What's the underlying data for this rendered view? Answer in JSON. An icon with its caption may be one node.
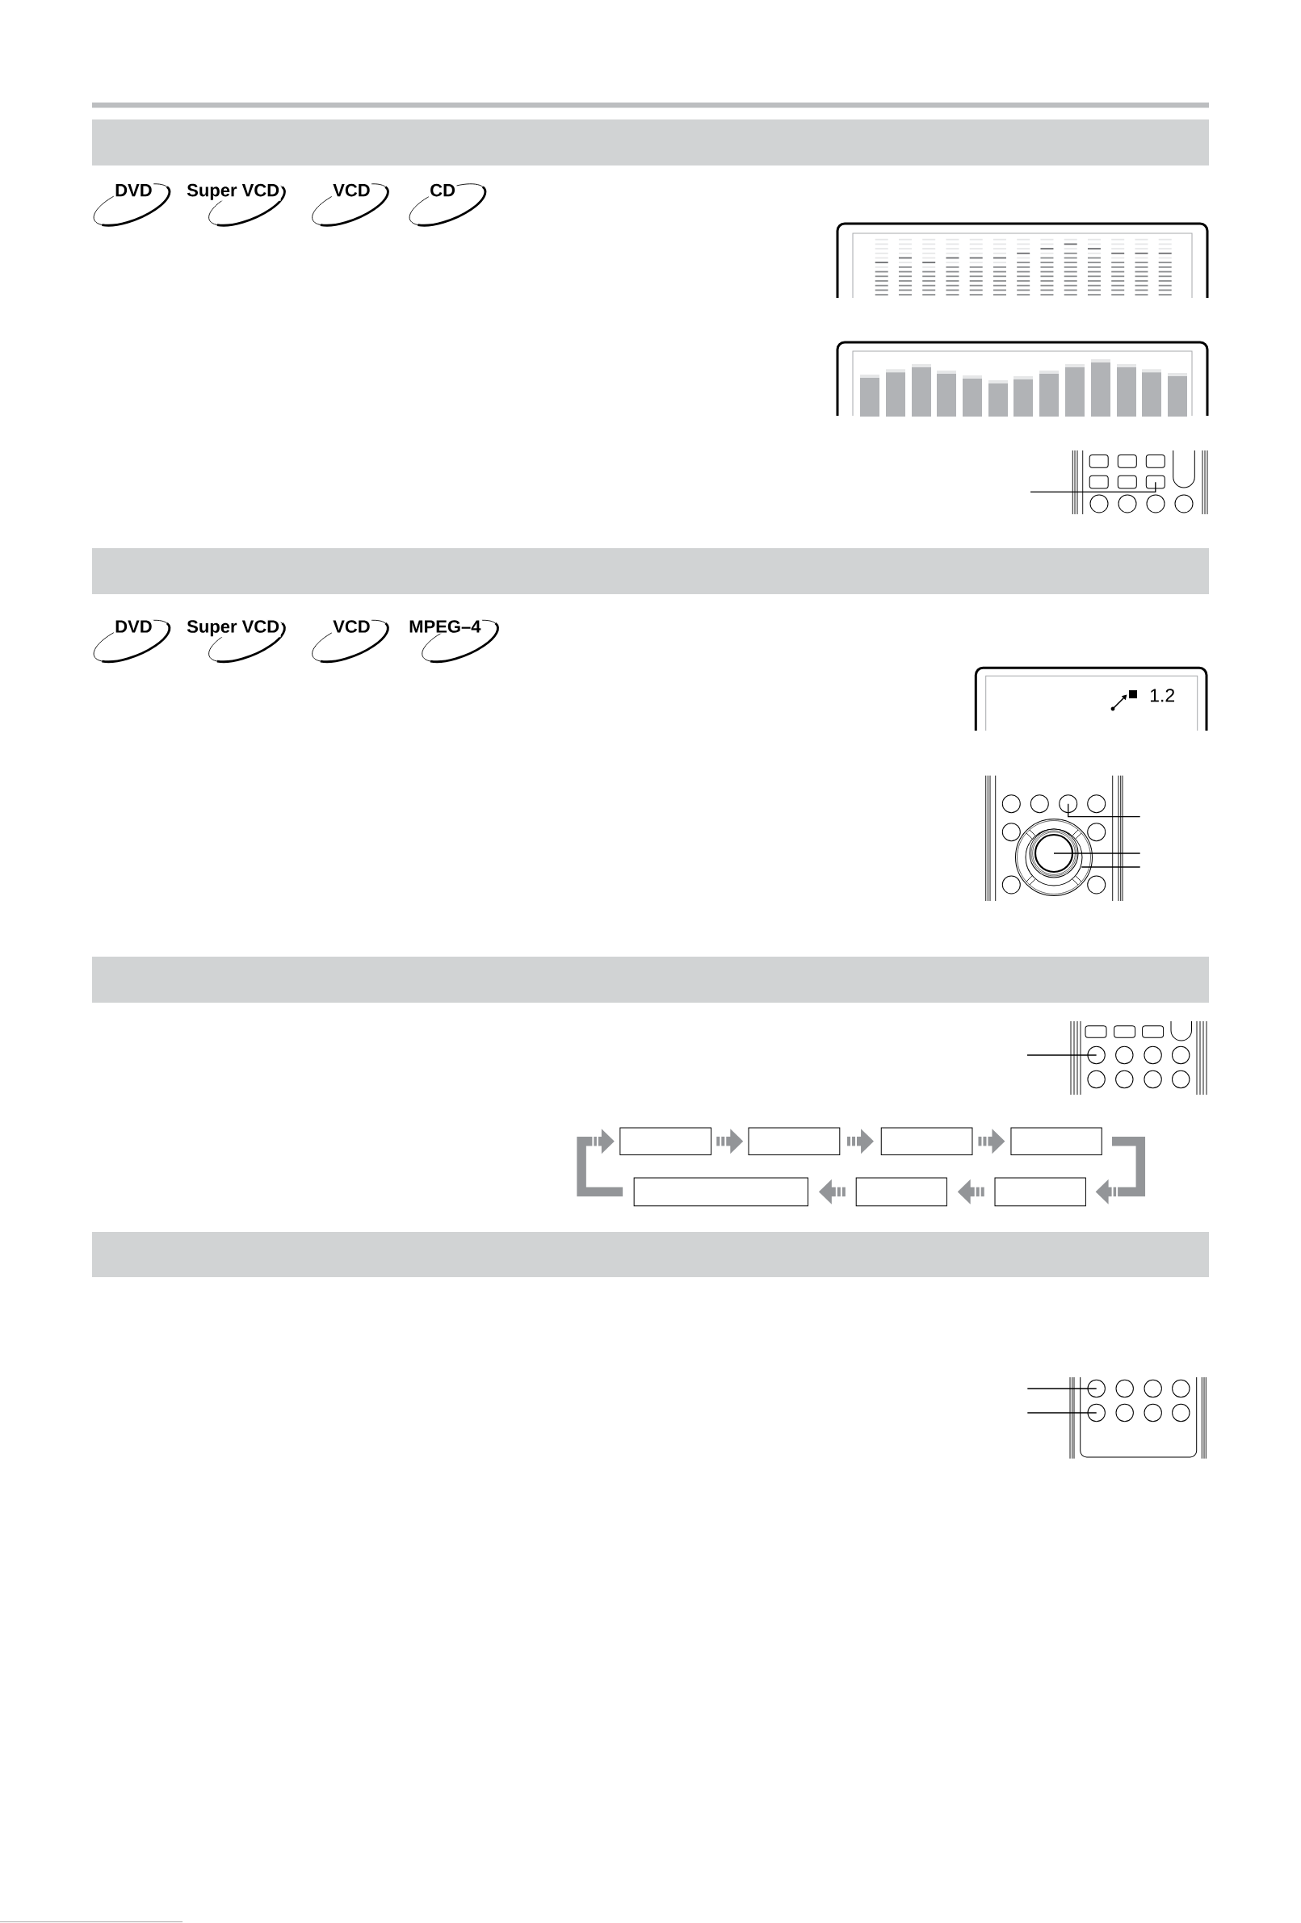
{
  "diagram": {
    "nodes": [
      {
        "text": [],
        "shape": "bar"
      },
      {
        "text": [],
        "shape": "box"
      },
      {
        "text": [],
        "shape": "bar"
      },
      {
        "text": [],
        "shape": "circle"
      },
      {
        "text": [],
        "shape": "circle"
      },
      {
        "text": [],
        "shape": "circle",
        "in": 4
      },
      {
        "text": [],
        "shape": "bar"
      },
      {
        "text": [],
        "shape": "circle"
      },
      {
        "text": [],
        "shape": "box"
      },
      {
        "text": [],
        "shape": "box"
      },
      {
        "text": [],
        "shape": "box"
      },
      {
        "text": [],
        "shape": "box"
      },
      {
        "text": [],
        "shape": "box"
      },
      {
        "text": [],
        "shape": "box"
      },
      {
        "text": [],
        "shape": "box"
      },
      {
        "text": [],
        "shape": "bar"
      },
      {
        "text": [],
        "shape": "circle"
      },
      {
        "text": [],
        "shape": "circle"
      }
    ],
    "edges": [
      {
        "from": null,
        "to": 1,
        "arrow": "none"
      },
      {
        "from": null,
        "to": 3,
        "arrow": "none"
      },
      {
        "from": null,
        "to": 5,
        "arrow": "none"
      },
      {
        "from": null,
        "to": 4,
        "arrow": "none"
      },
      {
        "from": null,
        "to": 7,
        "arrow": "none"
      },
      {
        "from": 8,
        "to": 9,
        "arrow": "to",
        "style": "thick",
        "color": "#939598"
      },
      {
        "from": 9,
        "to": 10,
        "arrow": "to",
        "style": "thick",
        "color": "#939598"
      },
      {
        "from": 10,
        "to": 11,
        "arrow": "to",
        "style": "thick",
        "color": "#939598"
      },
      {
        "from": 11,
        "to": 14,
        "arrow": "to",
        "style": "thick",
        "color": "#939598"
      },
      {
        "from": 14,
        "to": 13,
        "arrow": "to",
        "style": "thick",
        "color": "#939598"
      },
      {
        "from": 13,
        "to": 12,
        "arrow": "to",
        "style": "thick",
        "color": "#939598"
      },
      {
        "from": 12,
        "to": 8,
        "arrow": "to",
        "style": "thick",
        "color": "#939598"
      },
      {
        "from": null,
        "to": 16,
        "arrow": "none"
      },
      {
        "from": null,
        "to": 17,
        "arrow": "none"
      }
    ],
    "labels": [
      "DVD",
      "Super VCD",
      "VCD",
      "CD",
      "DVD",
      "Super VCD",
      "VCD",
      "MPEG–4",
      "1.2"
    ]
  }
}
